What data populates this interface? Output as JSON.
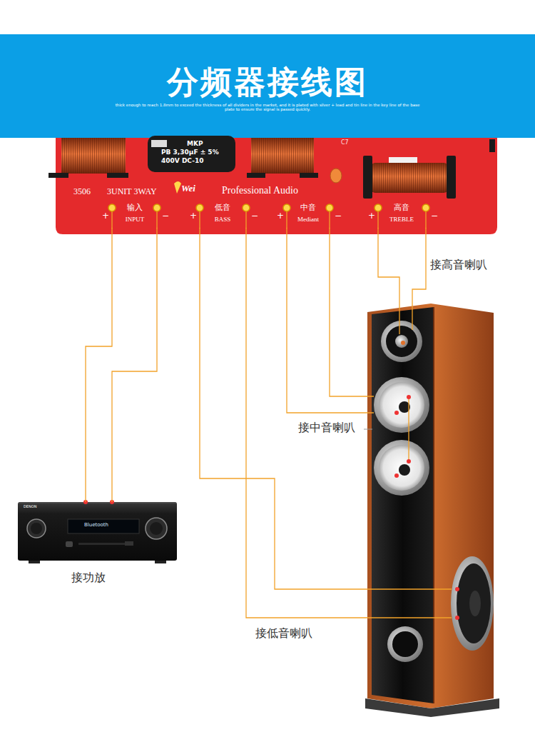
{
  "diagram": {
    "title": "分频器接线图",
    "nodes": [
      {
        "text": [
          "3506",
          "3UNIT 3WAY",
          "Professional Audio"
        ]
      },
      {
        "text": [
          "输入",
          "INPUT"
        ],
        "in": 0
      },
      {
        "text": [
          "低音",
          "BASS"
        ],
        "in": 0
      },
      {
        "text": [
          "中音",
          "Mediant"
        ],
        "in": 0
      },
      {
        "text": [
          "高音",
          "TREBLE"
        ],
        "in": 0
      },
      {
        "text": [
          "DENON",
          "Bluetooth",
          "接功放"
        ]
      },
      {
        "text": [
          "接高音喇叭"
        ]
      },
      {
        "text": [
          "接中音喇叭"
        ]
      },
      {
        "text": [
          "接低音喇叭"
        ]
      }
    ],
    "edges": [
      {
        "from": 1,
        "to": 5,
        "arrow": "none"
      },
      {
        "from": 1,
        "to": 5,
        "arrow": "none"
      },
      {
        "from": 2,
        "to": 8,
        "arrow": "none"
      },
      {
        "from": 2,
        "to": 8,
        "arrow": "none"
      },
      {
        "from": 3,
        "to": 7,
        "arrow": "none"
      },
      {
        "from": 3,
        "to": 7,
        "arrow": "none"
      },
      {
        "from": 4,
        "to": 6,
        "arrow": "none"
      },
      {
        "from": 4,
        "to": 6,
        "arrow": "none"
      }
    ],
    "labels": [
      "thick enough to reach 1.8mm to exceed the thickness of all dividers in the market, and it is plated with silver + lead and tin line in the key line of the base plate to ensure the signal is passed quickly.",
      "MKP",
      "PB 3,30μF ± 5%",
      "400V DC-10",
      "C7",
      "Wei",
      "+",
      "−",
      "+",
      "−",
      "+",
      "−",
      "+",
      "−"
    ]
  }
}
